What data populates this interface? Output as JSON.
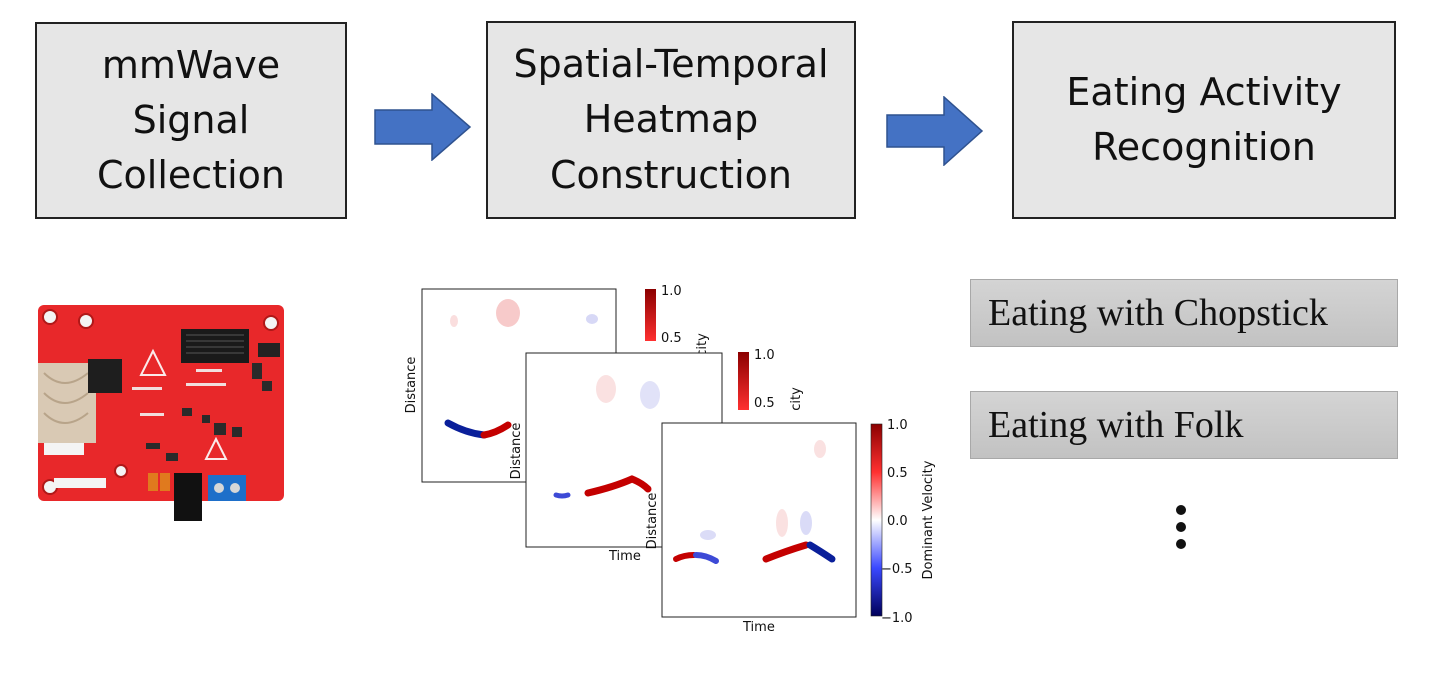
{
  "pipeline": {
    "step1": "mmWave\nSignal\nCollection",
    "step2": "Spatial-Temporal\nHeatmap\nConstruction",
    "step3": "Eating Activity\nRecognition"
  },
  "activities": {
    "item1": "Eating with Chopstick",
    "item2": "Eating with Folk"
  },
  "heatmap": {
    "x_label": "Time",
    "y_label": "Distance",
    "colorbar_label": "Dominant Velocity",
    "colorbar_label_cropped": "city",
    "ticks": [
      "1.0",
      "0.5",
      "0.0",
      "−0.5",
      "−1.0"
    ]
  },
  "colors": {
    "box_fill": "#e6e6e6",
    "arrow": "#4472c4",
    "board_red": "#e8282a",
    "positive": "#d10000",
    "negative": "#0a1f9a"
  }
}
